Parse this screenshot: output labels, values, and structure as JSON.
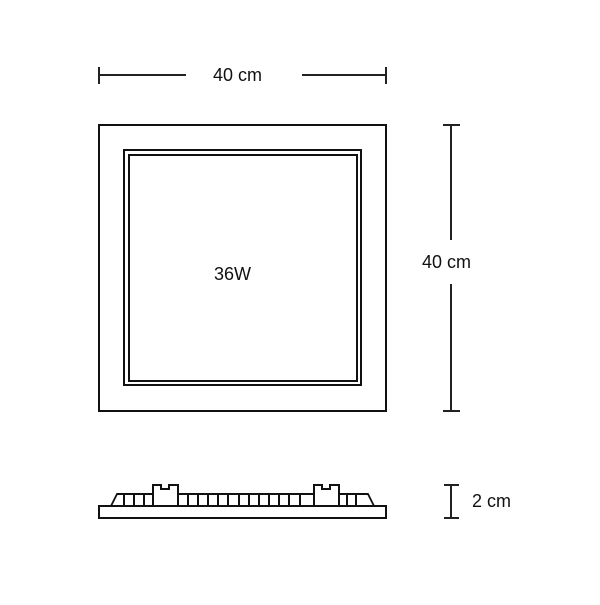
{
  "diagram": {
    "type": "technical-dimension-drawing",
    "subject": "square LED panel light",
    "colors": {
      "stroke": "#111111",
      "background": "#ffffff"
    },
    "top_view": {
      "power_label": "36W",
      "width_dimension": {
        "label": "40 cm",
        "value": 40,
        "unit": "cm"
      },
      "height_dimension": {
        "label": "40 cm",
        "value": 40,
        "unit": "cm"
      }
    },
    "side_view": {
      "depth_dimension": {
        "label": "2 cm",
        "value": 2,
        "unit": "cm"
      },
      "mounting_clips": 2
    }
  }
}
